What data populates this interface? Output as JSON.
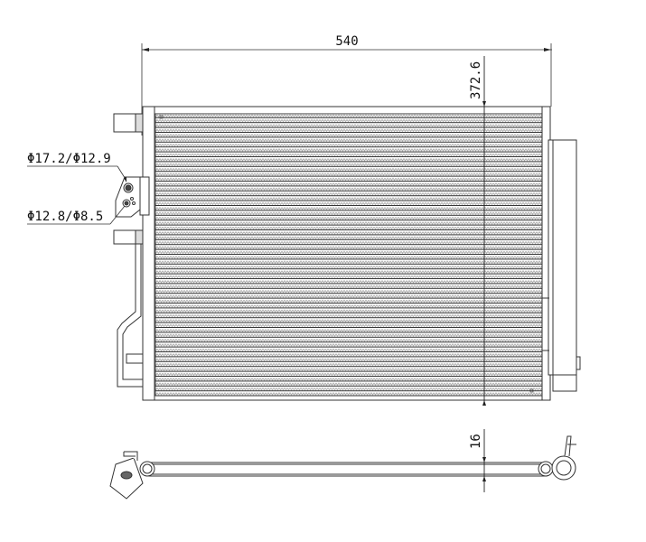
{
  "dimensions": {
    "width": "540",
    "height": "372.6",
    "depth": "16"
  },
  "callouts": {
    "inlet_port": "Φ17.2/Φ12.9",
    "outlet_port": "Φ12.8/Φ8.5"
  },
  "colors": {
    "line": "#222222",
    "fin": "#9a9a9a"
  }
}
